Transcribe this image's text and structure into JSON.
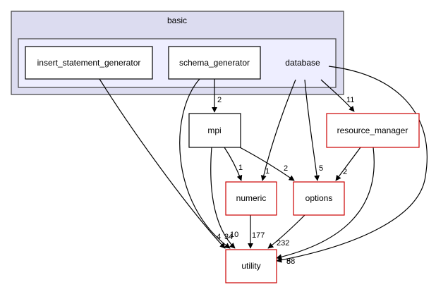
{
  "colors": {
    "outer_cluster_fill": "#dcdcf0",
    "outer_cluster_stroke": "#404040",
    "inner_cluster_fill": "#eeeeff",
    "inner_cluster_stroke": "#404040",
    "node_fill": "#ffffff",
    "node_stroke_plain": "#000000",
    "node_stroke_external": "#cc0000",
    "edge": "#000000"
  },
  "clusters": {
    "outer": {
      "label": "basic"
    },
    "inner": {
      "label": "database"
    }
  },
  "nodes": {
    "insert_statement_generator": {
      "label": "insert_statement_generator"
    },
    "schema_generator": {
      "label": "schema_generator"
    },
    "mpi": {
      "label": "mpi"
    },
    "resource_manager": {
      "label": "resource_manager"
    },
    "numeric": {
      "label": "numeric"
    },
    "options": {
      "label": "options"
    },
    "utility": {
      "label": "utility"
    }
  },
  "edges": {
    "schema_generator_mpi": "2",
    "database_resource_manager": "11",
    "database_numeric": "1",
    "database_options": "5",
    "database_utility": "58",
    "insert_statement_generator_utility": "4",
    "schema_generator_utility": "34",
    "mpi_numeric": "1",
    "mpi_options": "2",
    "mpi_utility": "10",
    "resource_manager_options": "2",
    "resource_manager_utility": "8",
    "numeric_utility": "177",
    "options_utility": "232"
  }
}
